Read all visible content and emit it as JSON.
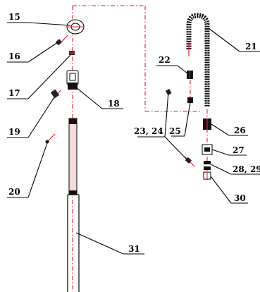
{
  "callouts": {
    "c15": "15",
    "c16": "16",
    "c17": "17",
    "c18": "18",
    "c19": "19",
    "c20": "20",
    "c21": "21",
    "c22": "22",
    "c23_24": "23, 24",
    "c25": "25",
    "c26": "26",
    "c27": "27",
    "c28_29": "28, 29",
    "c30": "30",
    "c31": "31"
  },
  "colors": {
    "centerline": "#e8182b",
    "outline": "#000000",
    "background": "#ffffff"
  }
}
